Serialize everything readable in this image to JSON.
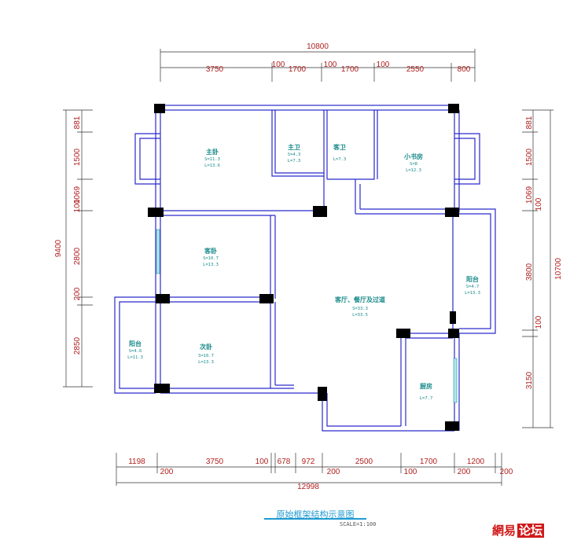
{
  "dimensions": {
    "top_total": "10800",
    "top": [
      "3750",
      "100",
      "1700",
      "100",
      "1700",
      "100",
      "2550",
      "800"
    ],
    "bottom_total": "12998",
    "bottom_upper": [
      "1198",
      "3750",
      "100",
      "678",
      "972",
      "2500",
      "1700",
      "1200"
    ],
    "bottom_lower": [
      "200",
      "200",
      "100",
      "200",
      "200"
    ],
    "left_total": "9400",
    "left": [
      "881",
      "1500",
      "1069",
      "100",
      "2800",
      "200",
      "2850"
    ],
    "right_total": "10700",
    "right": [
      "881",
      "1500",
      "1069",
      "100",
      "3800",
      "100",
      "3150"
    ]
  },
  "rooms": {
    "master_bedroom": {
      "name": "主卧",
      "l1": "S=11.3",
      "l2": "L=13.6"
    },
    "master_bath": {
      "name": "主卫",
      "l1": "S=4.3",
      "l2": "L=7.3"
    },
    "guest_bath": {
      "name": "客卫",
      "l1": "L=7.3",
      "l2": ""
    },
    "small_study": {
      "name": "小书房",
      "l1": "S=8",
      "l2": "L=12.3"
    },
    "bedroom_a": {
      "name": "客卧",
      "l1": "S=10.7",
      "l2": "L=13.3"
    },
    "balcony_right": {
      "name": "阳台",
      "l1": "S=4.7",
      "l2": "L=13.3"
    },
    "living_dining": {
      "name": "客厅、餐厅及过道",
      "l1": "S=33.3",
      "l2": "L=33.5"
    },
    "balcony_left": {
      "name": "阳台",
      "l1": "S=4.6",
      "l2": "L=11.3"
    },
    "bedroom_b": {
      "name": "次卧",
      "l1": "S=10.7",
      "l2": "L=13.3"
    },
    "kitchen": {
      "name": "厨房",
      "l1": "L=7.7",
      "l2": ""
    }
  },
  "caption": {
    "title": "原始框架结构示意图",
    "scale": "SCALE=1:100"
  },
  "watermark": {
    "text": "網易",
    "box": "论坛"
  },
  "colors": {
    "wall": "#2a2acc",
    "dimension": "#b02020",
    "room_label": "#1a8a8a",
    "caption": "#1e9ad0",
    "watermark": "#d01818"
  }
}
